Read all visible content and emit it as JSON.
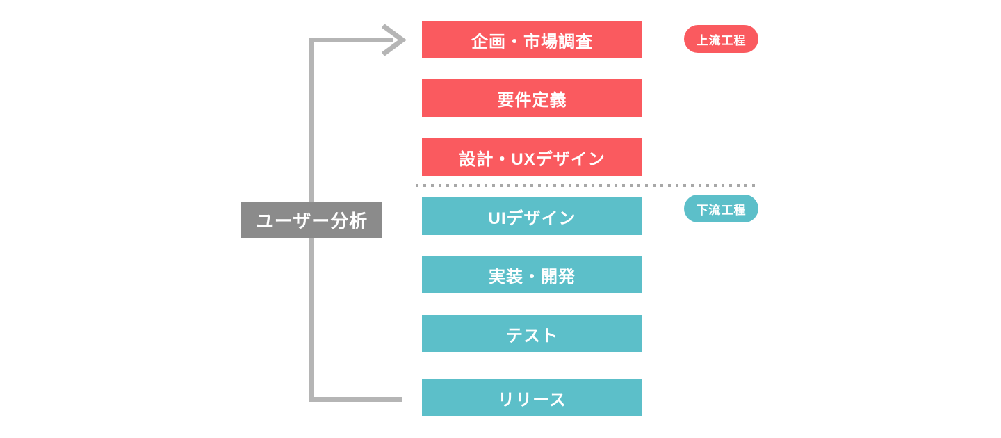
{
  "diagram": {
    "side_label": "ユーザー分析",
    "upstream_badge": "上流工程",
    "downstream_badge": "下流工程",
    "stages": [
      {
        "label": "企画・市場調査",
        "phase": "upstream"
      },
      {
        "label": "要件定義",
        "phase": "upstream"
      },
      {
        "label": "設計・UXデザイン",
        "phase": "upstream"
      },
      {
        "label": "UIデザイン",
        "phase": "downstream"
      },
      {
        "label": "実装・開発",
        "phase": "downstream"
      },
      {
        "label": "テスト",
        "phase": "downstream"
      },
      {
        "label": "リリース",
        "phase": "downstream"
      }
    ]
  },
  "colors": {
    "upstream": "#FA5A5F",
    "downstream": "#5CBFC9",
    "side_label_bg": "#8B8B8B",
    "connector": "#B5B5B5",
    "divider": "#A8A8A8",
    "text": "#FFFFFF"
  }
}
